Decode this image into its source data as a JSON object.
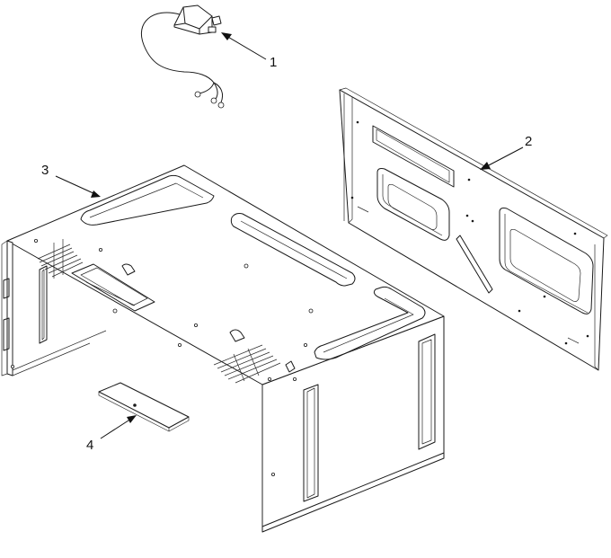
{
  "callouts": [
    {
      "id": "1",
      "label": "1",
      "part": "power-cord"
    },
    {
      "id": "2",
      "label": "2",
      "part": "back-panel"
    },
    {
      "id": "3",
      "label": "3",
      "part": "cabinet-wrapper"
    },
    {
      "id": "4",
      "label": "4",
      "part": "cover-plate"
    }
  ],
  "colors": {
    "line": "#1a1a1a",
    "background": "#ffffff"
  }
}
